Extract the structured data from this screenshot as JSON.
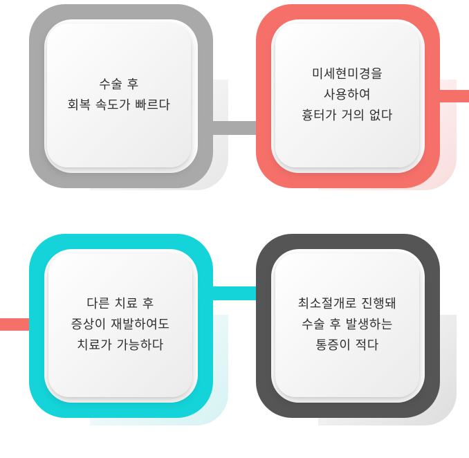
{
  "colors": {
    "gray": "#a9a9a9",
    "coral": "#f6706a",
    "cyan": "#14d4d9",
    "dark": "#555555"
  },
  "cards": [
    {
      "id": "top-left",
      "ring_color": "gray",
      "lines": [
        "수술 후",
        "회복 속도가 빠르다"
      ]
    },
    {
      "id": "top-right",
      "ring_color": "coral",
      "lines": [
        "미세현미경을",
        "사용하여",
        "흉터가 거의 없다"
      ]
    },
    {
      "id": "bottom-left",
      "ring_color": "cyan",
      "lines": [
        "다른 치료 후",
        "증상이 재발하여도",
        "치료가 가능하다"
      ]
    },
    {
      "id": "bottom-right",
      "ring_color": "dark",
      "lines": [
        "최소절개로 진행돼",
        "수술 후 발생하는",
        "통증이 적다"
      ]
    }
  ]
}
